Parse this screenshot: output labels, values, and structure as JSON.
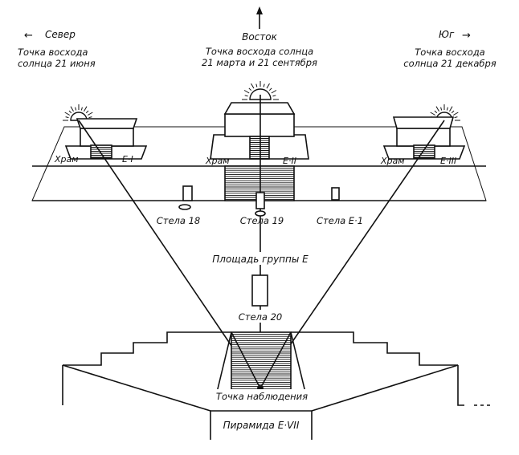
{
  "directions": {
    "north": {
      "arrow": "←",
      "label": "Север",
      "caption_line1": "Точка восхода",
      "caption_line2": "солнца 21 июня"
    },
    "east": {
      "arrow": "↑",
      "label": "Восток",
      "caption_line1": "Точка восхода солнца",
      "caption_line2": "21 марта и 21 сентября"
    },
    "south": {
      "arrow": "→",
      "label": "Юг",
      "caption_line1": "Точка восхода",
      "caption_line2": "солнца 21 декабря"
    }
  },
  "temples": {
    "left": {
      "word": "Храм",
      "code": "Е·I"
    },
    "center": {
      "word": "Храм",
      "code": "Е·II"
    },
    "right": {
      "word": "Храм",
      "code": "Е·III"
    }
  },
  "stelae": {
    "s18": "Стела 18",
    "s19": "Стела 19",
    "se1": "Стела Е·1",
    "s20": "Стела 20"
  },
  "plaza": "Площадь группы Е",
  "observation_point": "Точка наблюдения",
  "pyramid": "Пирамида Е·VII",
  "colors": {
    "ink": "#111111",
    "paper": "#ffffff"
  }
}
